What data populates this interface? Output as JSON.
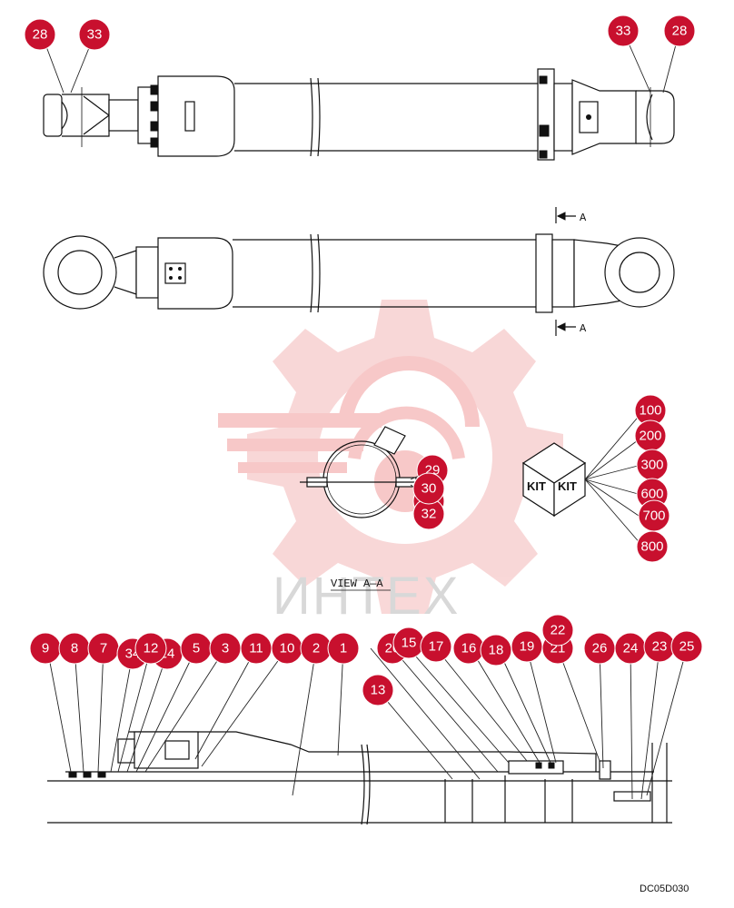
{
  "watermark": {
    "text": "ИНТЕХ",
    "color": "#f08a8a"
  },
  "badge_color": "#c8102e",
  "view_label": "VIEW A—A",
  "section_marker": "A",
  "kit_text": "KIT",
  "drawing_code": "DC05D030",
  "callouts": {
    "top_view": [
      "28",
      "33",
      "33",
      "28"
    ],
    "view_aa": [
      "29",
      "31",
      "32",
      "30"
    ],
    "kit": [
      "100",
      "200",
      "300",
      "600",
      "700",
      "800"
    ],
    "section": [
      "9",
      "8",
      "7",
      "34",
      "12",
      "14",
      "5",
      "3",
      "11",
      "10",
      "2",
      "1",
      "13",
      "15",
      "20",
      "17",
      "16",
      "18",
      "19",
      "21",
      "22",
      "26",
      "24",
      "23",
      "25"
    ]
  }
}
